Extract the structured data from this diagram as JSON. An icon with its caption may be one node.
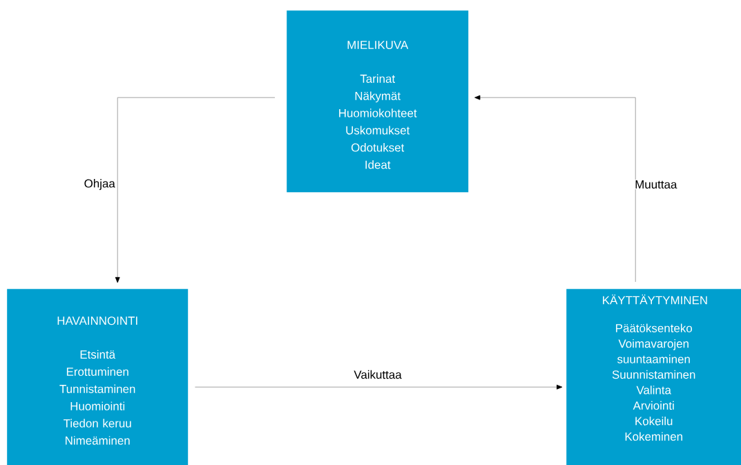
{
  "diagram": {
    "nodes": [
      {
        "text": [
          "MIELIKUVA",
          "Tarinat",
          "Näkymät",
          "Huomiokohteet",
          "Uskomukset",
          "Odotukset",
          "Ideat"
        ]
      },
      {
        "text": [
          "HAVAINNOINTI",
          "Etsintä",
          "Erottuminen",
          "Tunnistaminen",
          "Huomiointi",
          "Tiedon keruu",
          "Nimeäminen"
        ]
      },
      {
        "text": [
          "KÄYTTÄYTYMINEN",
          "Päätöksenteko",
          "Voimavarojen suuntaaminen",
          "Suunnistaminen",
          "Valinta",
          "Arviointi",
          "Kokeilu",
          "Kokeminen"
        ]
      }
    ],
    "edges": [
      {
        "from": 0,
        "to": 1,
        "arrow": "to",
        "label": "Ohjaa"
      },
      {
        "from": 1,
        "to": 2,
        "arrow": "to",
        "label": "Vaikuttaa"
      },
      {
        "from": 2,
        "to": 0,
        "arrow": "to",
        "label": "Muuttaa"
      }
    ]
  }
}
